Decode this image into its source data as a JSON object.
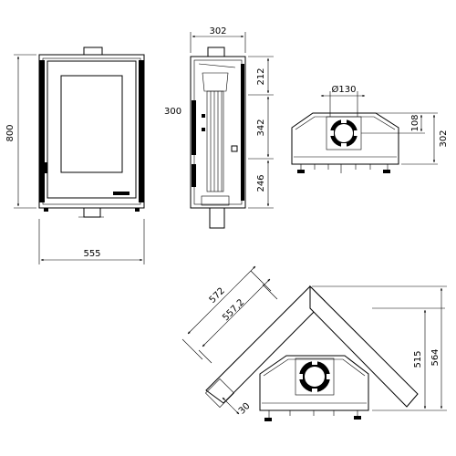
{
  "front_view": {
    "width_label": "555",
    "height_label": "800"
  },
  "side_view": {
    "width_label": "302",
    "depth_label": "300",
    "top_section_label": "212",
    "mid_section_label": "342",
    "bottom_section_label": "246"
  },
  "top_view": {
    "flue_diameter_label": "Ø130",
    "flue_offset_label": "108",
    "depth_label": "302"
  },
  "corner_view": {
    "outer_side_label": "572",
    "inner_side_label": "557,2",
    "wall_thickness_label": "30",
    "inner_depth_label": "515",
    "outer_depth_label": "564"
  },
  "colors": {
    "line": "#000000",
    "background": "#ffffff"
  }
}
